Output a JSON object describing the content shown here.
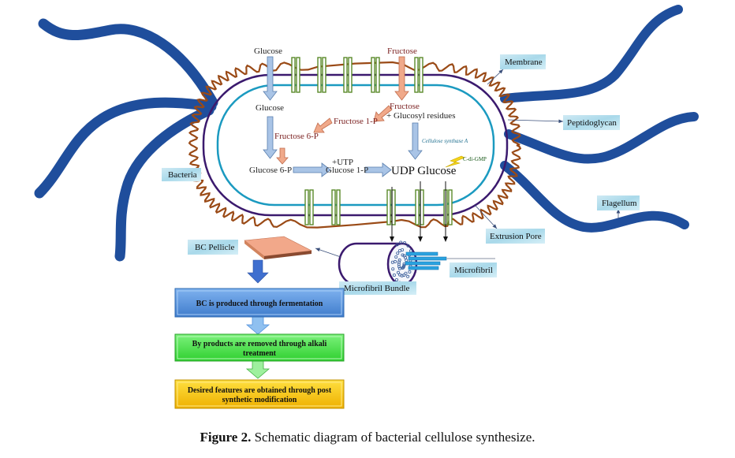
{
  "labels": {
    "glucose_in": "Glucose",
    "fructose_in": "Fructose",
    "glucose": "Glucose",
    "fructose": "Fructose",
    "glucosyl_residues": "+ Glucosyl residues",
    "fructose_1p": "Fructose 1-P",
    "fructose_6p": "Fructose 6-P",
    "glucose_6p": "Glucose 6-P",
    "utp": "+UTP",
    "glucose_1p": "Glucose 1-P",
    "udp_glucose": "UDP Glucose",
    "cellulose_synthase": "Cellulose synthase A",
    "c_di_gmp": "C-di-GMP"
  },
  "tags": {
    "membrane": "Membrane",
    "peptidoglycan": "Peptidoglycan",
    "bacteria": "Bacteria",
    "flagellum": "Flagellum",
    "extrusion_pore": "Extrusion Pore",
    "bc_pellicle": "BC Pellicle",
    "microfibril": "Microfibril",
    "microfibril_bundle": "Microfibril Bundle"
  },
  "flow": {
    "step1": "BC is produced through fermentation",
    "step2_line1": "By products are removed through alkali",
    "step2_line2": "treatment",
    "step3_line1": "Desired features are obtained through post",
    "step3_line2": "synthetic modification"
  },
  "colors": {
    "flagellum": "#1f4e9c",
    "outer_membrane": "#3b1a6e",
    "inner_membrane": "#1b9ac0",
    "peptidoglycan": "#9a4a16",
    "pore": "#5a8a2a",
    "glucose_arrow": "#a9c4e6",
    "fructose_arrow": "#f0a98a",
    "step1": "#4f8fdb",
    "step2": "#3fe03f",
    "step3": "#f5c20a"
  },
  "caption": {
    "prefix": "Figure 2.",
    "text": " Schematic diagram of bacterial cellulose synthesize."
  }
}
